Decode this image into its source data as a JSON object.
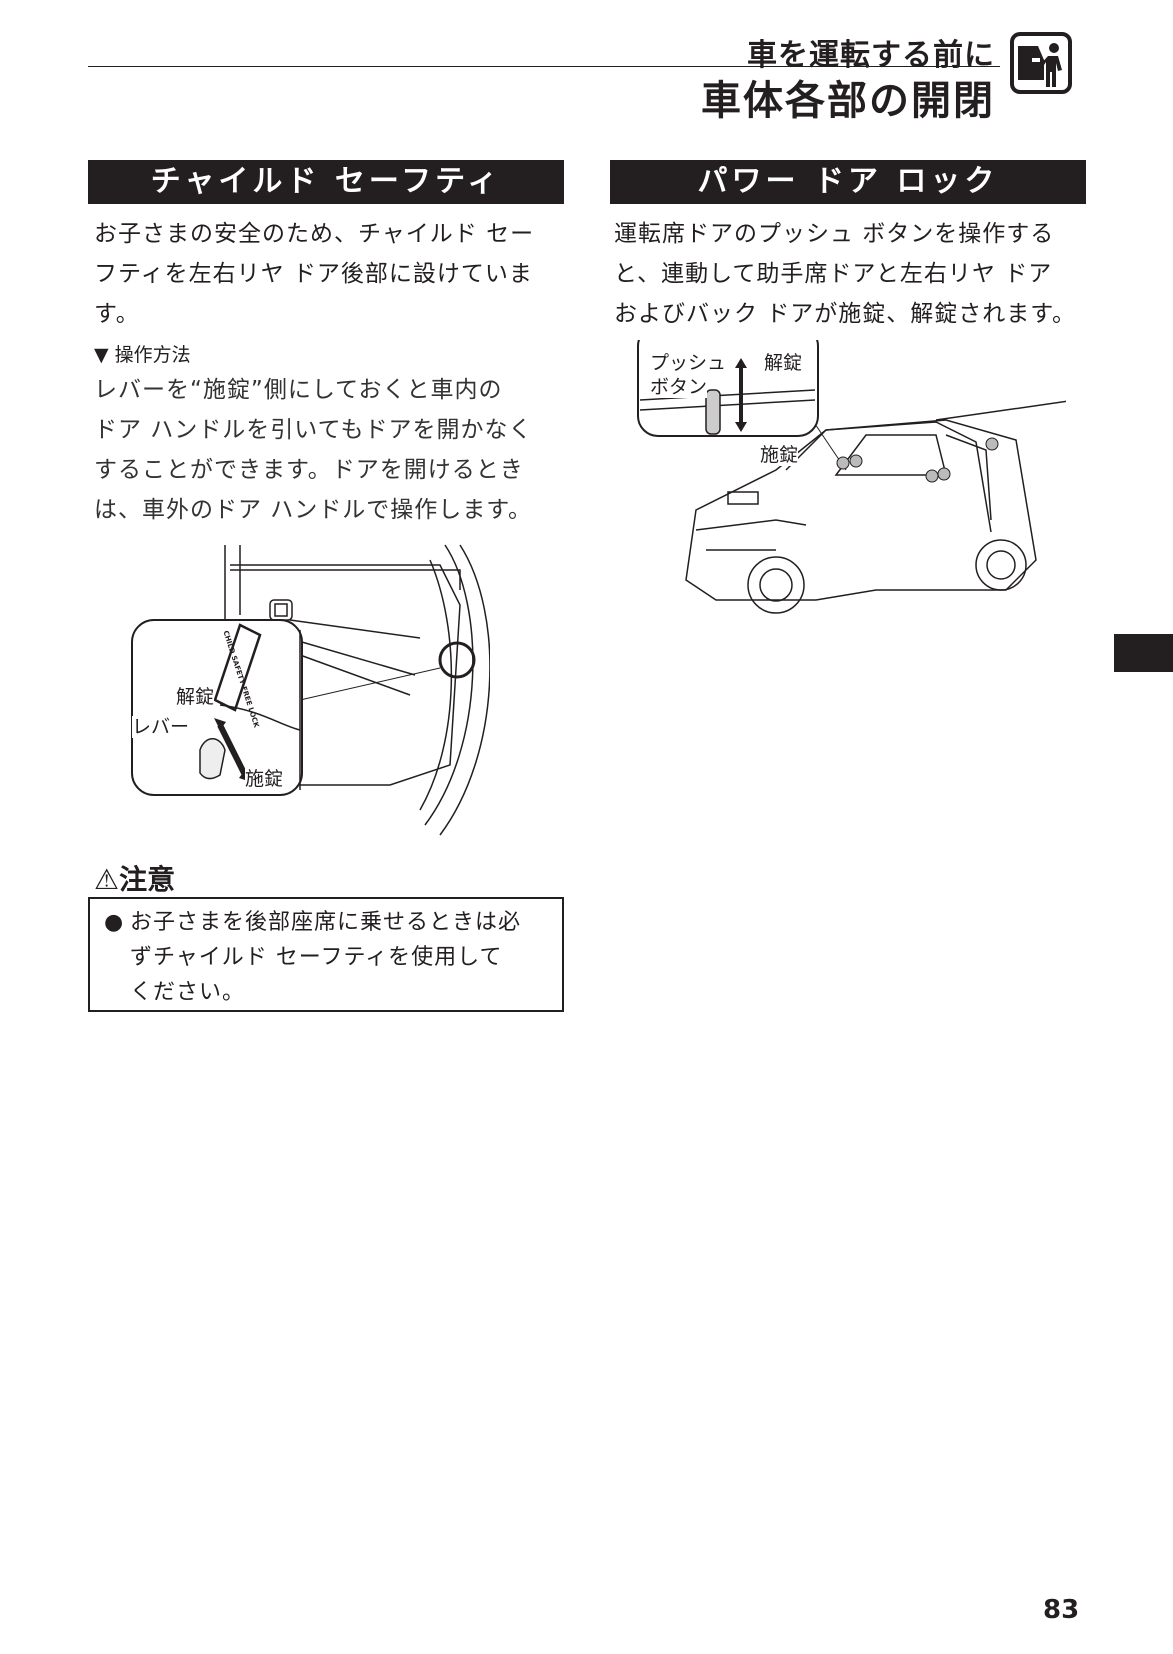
{
  "header": {
    "section": "車を運転する前に",
    "title": "車体各部の開閉",
    "icon": "door-person-icon"
  },
  "left": {
    "heading": "チャイルド セーフティ",
    "paragraph1": [
      "お子さまの安全のため、チャイルド セー",
      "フティを左右リヤ ドア後部に設けていま",
      "す。"
    ],
    "subheading": "操作方法",
    "paragraph2": [
      "レバーを“施錠”側にしておくと車内の",
      "ドア ハンドルを引いてもドアを開かなく",
      "することができます。ドアを開けるとき",
      "は、車外のドア ハンドルで操作します。"
    ],
    "figure": {
      "label_unlock": "解錠",
      "label_lever": "レバー",
      "label_lock": "施錠",
      "sticker_text": "CHILD SAFETY FREE LOCK"
    },
    "caution": {
      "title": "注意",
      "items": [
        [
          "お子さまを後部座席に乗せるときは必",
          "ずチャイルド セーフティを使用して",
          "ください。"
        ]
      ]
    }
  },
  "right": {
    "heading": "パワー ドア ロック",
    "paragraph": [
      "運転席ドアのプッシュ ボタンを操作する",
      "と、連動して助手席ドアと左右リヤ ドア",
      "およびバック ドアが施錠、解錠されます。"
    ],
    "figure": {
      "label_button_1": "プッシュ",
      "label_button_2": "ボタン",
      "label_unlock": "解錠",
      "label_lock": "施錠"
    }
  },
  "page_number": "83"
}
